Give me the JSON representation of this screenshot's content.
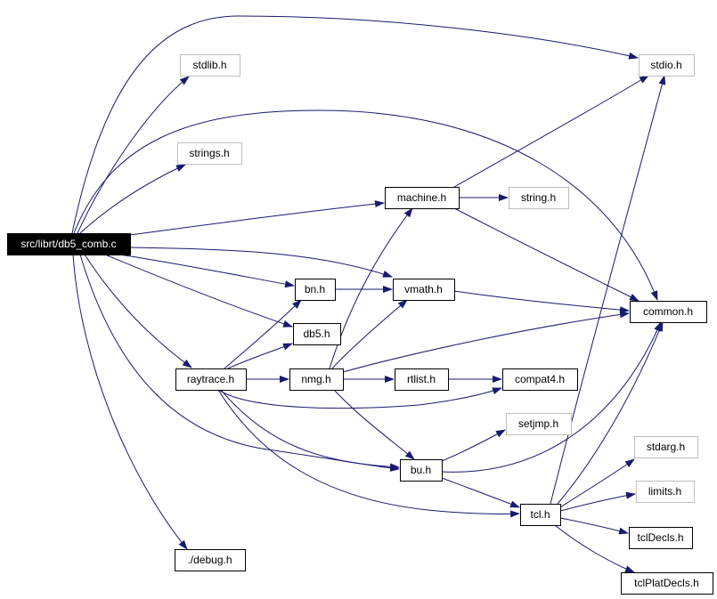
{
  "graph": {
    "root": "src/librt/db5_comb.c",
    "colors": {
      "edge": "#191970",
      "root_fill": "#000000",
      "root_text": "#ffffff",
      "node_fill": "#ffffff",
      "documented_border": "#000000",
      "documented_text": "#000000",
      "external_border": "#bfbfbf",
      "external_text": "#000000",
      "background": "#ffffff"
    },
    "nodes": [
      {
        "id": "root",
        "label": "src/librt/db5_comb.c",
        "kind": "root"
      },
      {
        "id": "stdlib",
        "label": "stdlib.h",
        "kind": "external"
      },
      {
        "id": "strings",
        "label": "strings.h",
        "kind": "external"
      },
      {
        "id": "stdio",
        "label": "stdio.h",
        "kind": "external"
      },
      {
        "id": "machine",
        "label": "machine.h",
        "kind": "documented"
      },
      {
        "id": "string",
        "label": "string.h",
        "kind": "external"
      },
      {
        "id": "bn",
        "label": "bn.h",
        "kind": "documented"
      },
      {
        "id": "vmath",
        "label": "vmath.h",
        "kind": "documented"
      },
      {
        "id": "common",
        "label": "common.h",
        "kind": "documented"
      },
      {
        "id": "db5",
        "label": "db5.h",
        "kind": "documented"
      },
      {
        "id": "raytrace",
        "label": "raytrace.h",
        "kind": "documented"
      },
      {
        "id": "nmg",
        "label": "nmg.h",
        "kind": "documented"
      },
      {
        "id": "rtlist",
        "label": "rtlist.h",
        "kind": "documented"
      },
      {
        "id": "compat4",
        "label": "compat4.h",
        "kind": "documented"
      },
      {
        "id": "setjmp",
        "label": "setjmp.h",
        "kind": "external"
      },
      {
        "id": "bu",
        "label": "bu.h",
        "kind": "documented"
      },
      {
        "id": "stdarg",
        "label": "stdarg.h",
        "kind": "external"
      },
      {
        "id": "limits",
        "label": "limits.h",
        "kind": "external"
      },
      {
        "id": "tcl",
        "label": "tcl.h",
        "kind": "documented"
      },
      {
        "id": "tclDecls",
        "label": "tclDecls.h",
        "kind": "documented"
      },
      {
        "id": "tclPlatDecls",
        "label": "tclPlatDecls.h",
        "kind": "documented"
      },
      {
        "id": "debug",
        "label": "./debug.h",
        "kind": "documented"
      }
    ],
    "edges": [
      {
        "from": "root",
        "to": "stdio"
      },
      {
        "from": "root",
        "to": "stdlib"
      },
      {
        "from": "root",
        "to": "common"
      },
      {
        "from": "root",
        "to": "strings"
      },
      {
        "from": "root",
        "to": "machine"
      },
      {
        "from": "root",
        "to": "vmath"
      },
      {
        "from": "root",
        "to": "bn"
      },
      {
        "from": "root",
        "to": "db5"
      },
      {
        "from": "root",
        "to": "raytrace"
      },
      {
        "from": "root",
        "to": "bu"
      },
      {
        "from": "root",
        "to": "debug"
      },
      {
        "from": "machine",
        "to": "stdio"
      },
      {
        "from": "machine",
        "to": "string"
      },
      {
        "from": "machine",
        "to": "common"
      },
      {
        "from": "bn",
        "to": "vmath"
      },
      {
        "from": "vmath",
        "to": "common"
      },
      {
        "from": "raytrace",
        "to": "bn"
      },
      {
        "from": "raytrace",
        "to": "db5"
      },
      {
        "from": "raytrace",
        "to": "nmg"
      },
      {
        "from": "raytrace",
        "to": "compat4"
      },
      {
        "from": "raytrace",
        "to": "bu"
      },
      {
        "from": "raytrace",
        "to": "tcl"
      },
      {
        "from": "nmg",
        "to": "machine"
      },
      {
        "from": "nmg",
        "to": "vmath"
      },
      {
        "from": "nmg",
        "to": "common"
      },
      {
        "from": "nmg",
        "to": "rtlist"
      },
      {
        "from": "nmg",
        "to": "bu"
      },
      {
        "from": "rtlist",
        "to": "compat4"
      },
      {
        "from": "bu",
        "to": "setjmp"
      },
      {
        "from": "bu",
        "to": "common"
      },
      {
        "from": "bu",
        "to": "tcl"
      },
      {
        "from": "tcl",
        "to": "stdio"
      },
      {
        "from": "tcl",
        "to": "common"
      },
      {
        "from": "tcl",
        "to": "stdarg"
      },
      {
        "from": "tcl",
        "to": "limits"
      },
      {
        "from": "tcl",
        "to": "tclDecls"
      },
      {
        "from": "tcl",
        "to": "tclPlatDecls"
      }
    ]
  }
}
